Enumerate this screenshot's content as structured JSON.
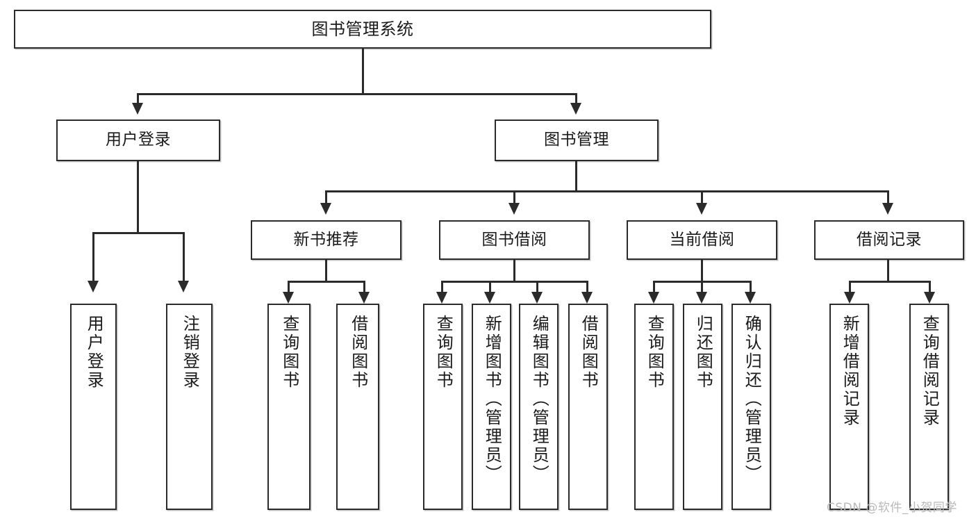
{
  "diagram": {
    "type": "tree-hierarchy",
    "title": "图书管理系统",
    "root": {
      "label": "图书管理系统"
    },
    "level2": [
      {
        "id": "user-login",
        "label": "用户登录"
      },
      {
        "id": "book-manage",
        "label": "图书管理"
      }
    ],
    "level3": [
      {
        "id": "new-book-recommend",
        "label": "新书推荐",
        "parent": "book-manage"
      },
      {
        "id": "book-borrow",
        "label": "图书借阅",
        "parent": "book-manage"
      },
      {
        "id": "current-borrow",
        "label": "当前借阅",
        "parent": "book-manage"
      },
      {
        "id": "borrow-record",
        "label": "借阅记录",
        "parent": "book-manage"
      }
    ],
    "leaves": [
      {
        "id": "leaf-user-login",
        "label": "用户登录",
        "parent": "user-login"
      },
      {
        "id": "leaf-logout-login",
        "label": "注销登录",
        "parent": "user-login"
      },
      {
        "id": "leaf-query-book-1",
        "label": "查询图书",
        "parent": "new-book-recommend"
      },
      {
        "id": "leaf-borrow-book-1",
        "label": "借阅图书",
        "parent": "new-book-recommend"
      },
      {
        "id": "leaf-query-book-2",
        "label": "查询图书",
        "parent": "book-borrow"
      },
      {
        "id": "leaf-add-book",
        "label": "新增图书（管理员）",
        "parent": "book-borrow"
      },
      {
        "id": "leaf-edit-book",
        "label": "编辑图书（管理员）",
        "parent": "book-borrow"
      },
      {
        "id": "leaf-borrow-book-2",
        "label": "借阅图书",
        "parent": "book-borrow"
      },
      {
        "id": "leaf-query-book-3",
        "label": "查询图书",
        "parent": "current-borrow"
      },
      {
        "id": "leaf-return-book",
        "label": "归还图书",
        "parent": "current-borrow"
      },
      {
        "id": "leaf-confirm-return",
        "label": "确认归还（管理员）",
        "parent": "current-borrow"
      },
      {
        "id": "leaf-add-record",
        "label": "新增借阅记录",
        "parent": "borrow-record"
      },
      {
        "id": "leaf-query-record",
        "label": "查询借阅记录",
        "parent": "borrow-record"
      }
    ]
  },
  "watermark": {
    "text": "CSDN @软件_小贺同学"
  },
  "colors": {
    "stroke": "#2b2b2b",
    "fill": "#ffffff",
    "text": "#1a1a1a",
    "watermark": "#b9b9b9"
  }
}
